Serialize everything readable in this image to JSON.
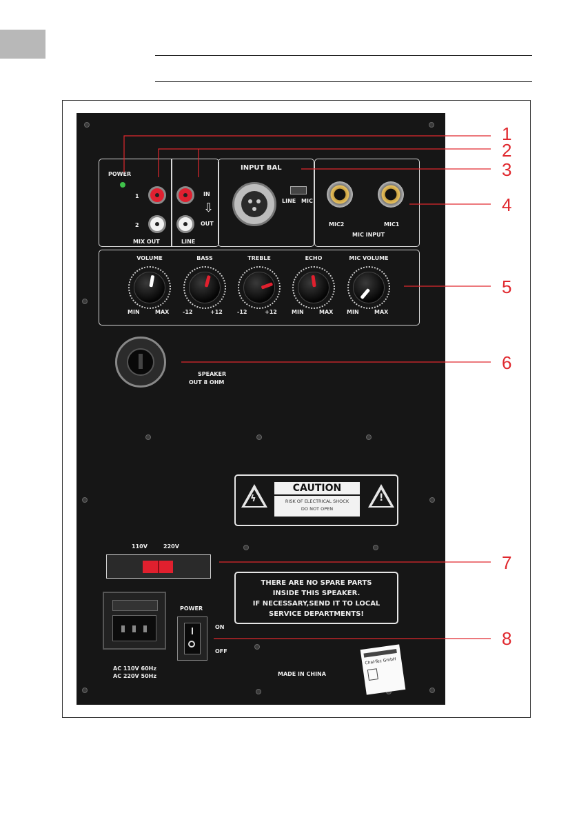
{
  "panel_labels": {
    "power": "POWER",
    "ch1": "1",
    "ch2": "2",
    "mix_out": "MIX OUT",
    "in": "IN",
    "out": "OUT",
    "line": "LINE",
    "input_bal": "INPUT BAL",
    "switch_line": "LINE",
    "switch_mic": "MIC",
    "mic2": "MIC2",
    "mic1": "MIC1",
    "mic_input": "MIC INPUT",
    "speaker_out": "SPEAKER",
    "speaker_ohm": "OUT 8 OHM",
    "v110": "110V",
    "v220": "220V",
    "power_switch": "POWER",
    "on": "ON",
    "off": "OFF",
    "ac1": "AC 110V 60Hz",
    "ac2": "AC 220V 50Hz",
    "made_in": "MADE IN CHINA"
  },
  "knobs": [
    {
      "label": "VOLUME",
      "min": "MIN",
      "max": "MAX",
      "needle_color": "#ffffff",
      "angle_deg": 10
    },
    {
      "label": "BASS",
      "min": "-12",
      "max": "+12",
      "needle_color": "#e0202e",
      "angle_deg": 15
    },
    {
      "label": "TREBLE",
      "min": "-12",
      "max": "+12",
      "needle_color": "#e0202e",
      "angle_deg": 70
    },
    {
      "label": "ECHO",
      "min": "MIN",
      "max": "MAX",
      "needle_color": "#e0202e",
      "angle_deg": -8
    },
    {
      "label": "MIC VOLUME",
      "min": "MIN",
      "max": "MAX",
      "needle_color": "#ffffff",
      "angle_deg": -140
    }
  ],
  "caution": {
    "title": "CAUTION",
    "line1": "RISK OF ELECTRICAL SHOCK",
    "line2": "DO NOT OPEN"
  },
  "notice": {
    "line1": "THERE ARE NO SPARE PARTS",
    "line2": "INSIDE THIS SPEAKER.",
    "line3": "IF NECESSARY,SEND IT TO LOCAL",
    "line4": "SERVICE DEPARTMENTS!"
  },
  "sticker": {
    "company": "Chal-Tec GmbH"
  },
  "callouts": [
    "1",
    "2",
    "3",
    "4",
    "5",
    "6",
    "7",
    "8"
  ],
  "colors": {
    "callout_red": "#e0282e",
    "panel_black": "#161616",
    "header_tab": "#b8b8b8"
  }
}
